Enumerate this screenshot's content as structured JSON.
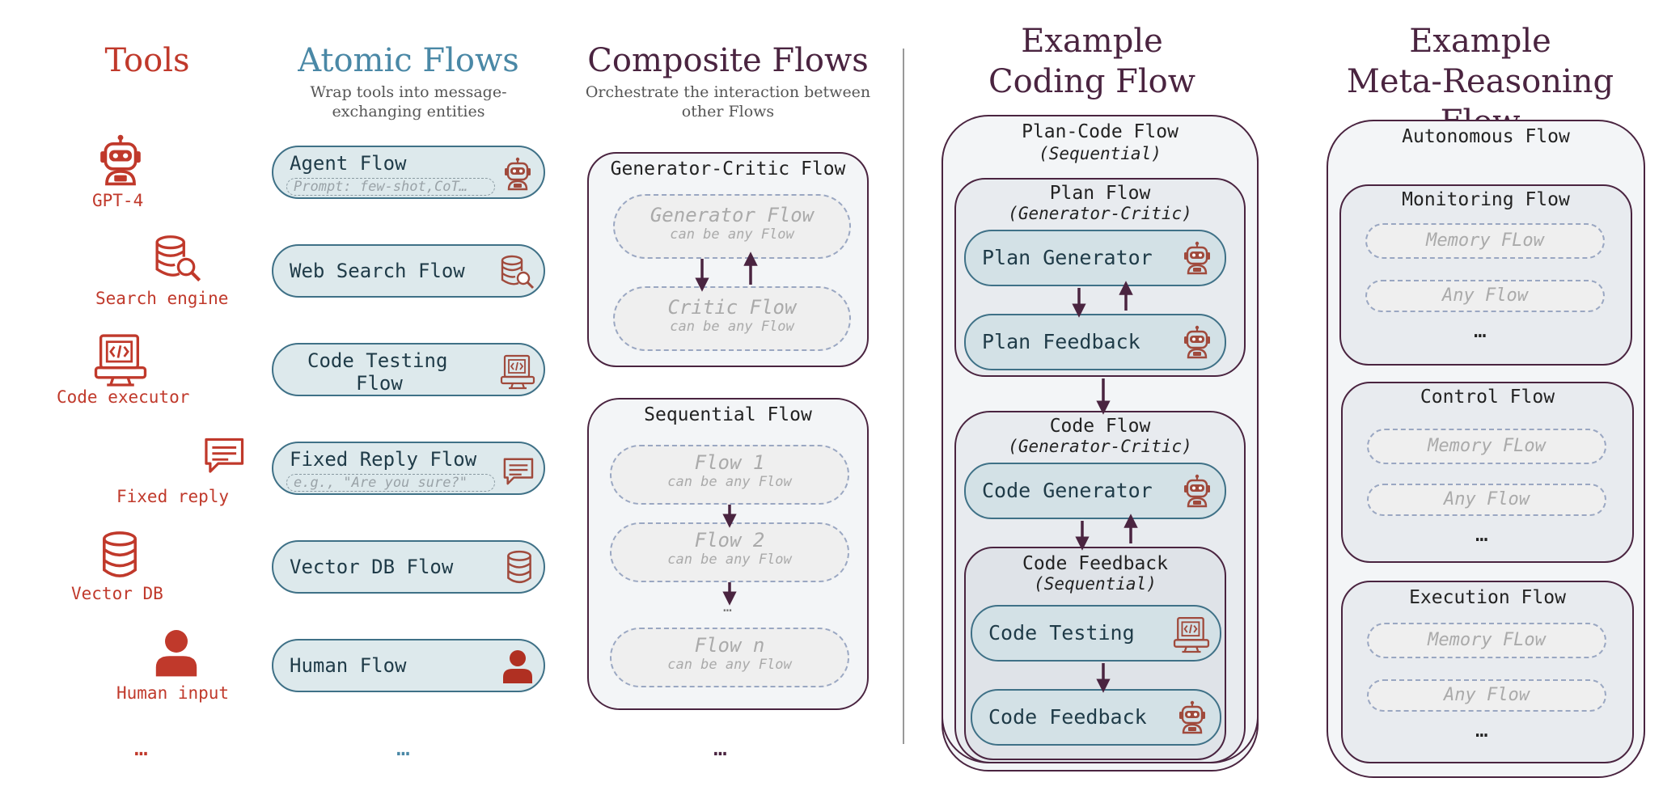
{
  "columns": {
    "tools": {
      "title": "Tools",
      "color": "#c0392b"
    },
    "atomic": {
      "title": "Atomic Flows",
      "subtitle": "Wrap tools into message-exchanging entities",
      "color": "#4a88a6"
    },
    "composite": {
      "title": "Composite Flows",
      "subtitle": "Orchestrate the interaction between other Flows",
      "color": "#4a2440"
    },
    "coding": {
      "title_line1": "Example",
      "title_line2": "Coding Flow",
      "color": "#4a2440"
    },
    "meta": {
      "title_line1": "Example",
      "title_line2": "Meta-Reasoning Flow",
      "color": "#4a2440"
    }
  },
  "tools": [
    {
      "label": "GPT-4",
      "icon": "robot-icon"
    },
    {
      "label": "Search engine",
      "icon": "database-search-icon"
    },
    {
      "label": "Code executor",
      "icon": "code-monitor-icon"
    },
    {
      "label": "Fixed reply",
      "icon": "chat-bubble-icon"
    },
    {
      "label": "Vector DB",
      "icon": "database-icon"
    },
    {
      "label": "Human input",
      "icon": "person-icon"
    }
  ],
  "ellipsis": "…",
  "atomic_flows": [
    {
      "label": "Agent Flow",
      "sub": "Prompt: few-shot,CoT…",
      "icon": "robot-icon"
    },
    {
      "label": "Web Search Flow",
      "icon": "database-search-icon"
    },
    {
      "label_line1": "Code Testing",
      "label_line2": "Flow",
      "icon": "code-monitor-icon"
    },
    {
      "label": "Fixed Reply Flow",
      "sub": "e.g., \"Are you sure?\"",
      "icon": "chat-bubble-icon"
    },
    {
      "label": "Vector DB Flow",
      "icon": "database-icon"
    },
    {
      "label": "Human Flow",
      "icon": "person-icon"
    }
  ],
  "composite": {
    "generator_critic": {
      "title": "Generator-Critic Flow",
      "generator": {
        "title": "Generator Flow",
        "sub": "can be any Flow"
      },
      "critic": {
        "title": "Critic Flow",
        "sub": "can be any Flow"
      }
    },
    "sequential": {
      "title": "Sequential Flow",
      "flow1": {
        "title": "Flow 1",
        "sub": "can be any Flow"
      },
      "flow2": {
        "title": "Flow 2",
        "sub": "can be any Flow"
      },
      "middle_dots": "…",
      "flown": {
        "title": "Flow n",
        "sub": "can be any Flow"
      }
    }
  },
  "coding": {
    "outer": {
      "title": "Plan-Code Flow",
      "type": "(Sequential)"
    },
    "plan": {
      "title": "Plan Flow",
      "type": "(Generator-Critic)",
      "generator": "Plan Generator",
      "feedback": "Plan Feedback"
    },
    "code": {
      "title": "Code Flow",
      "type": "(Generator-Critic)",
      "generator": "Code Generator"
    },
    "code_feedback": {
      "title": "Code Feedback",
      "type": "(Sequential)",
      "testing": "Code Testing",
      "feedback": "Code Feedback"
    }
  },
  "meta": {
    "outer": {
      "title": "Autonomous Flow"
    },
    "monitoring": {
      "title": "Monitoring Flow",
      "a": "Memory FLow",
      "b": "Any Flow",
      "dots": "…"
    },
    "control": {
      "title": "Control Flow",
      "a": "Memory FLow",
      "b": "Any Flow",
      "dots": "…"
    },
    "execution": {
      "title": "Execution Flow",
      "a": "Memory FLow",
      "b": "Any Flow",
      "dots": "…"
    }
  }
}
